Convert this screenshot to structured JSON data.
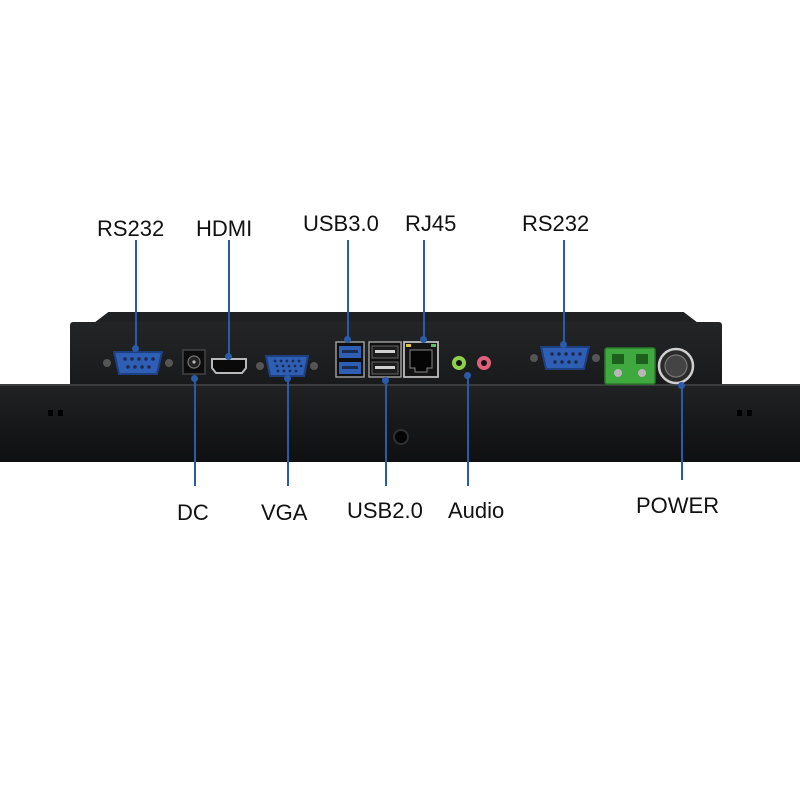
{
  "labels": {
    "rs232_left": "RS232",
    "hdmi": "HDMI",
    "usb30": "USB3.0",
    "rj45": "RJ45",
    "rs232_right": "RS232",
    "dc": "DC",
    "vga": "VGA",
    "usb20": "USB2.0",
    "audio": "Audio",
    "power": "POWER"
  },
  "colors": {
    "leader_line": "#2a5aa8",
    "chassis": "#17191b",
    "port_blue": "#2f5fb5",
    "terminal_green": "#3fa83f",
    "audio_green": "#8fd04a",
    "audio_pink": "#e0607a"
  }
}
